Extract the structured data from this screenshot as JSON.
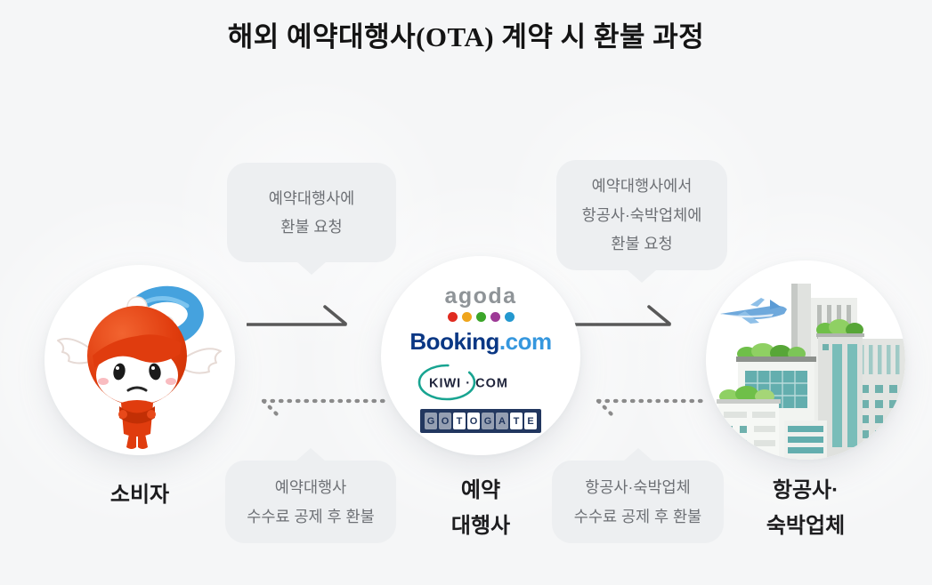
{
  "title": "해외 예약대행사(OTA) 계약 시 환불 과정",
  "bubbles": {
    "request_to_agency": {
      "lines": [
        "예약대행사에",
        "환불 요청"
      ]
    },
    "request_to_suppliers": {
      "lines": [
        "예약대행사에서",
        "항공사·숙박업체에",
        "환불 요청"
      ]
    },
    "refund_from_agency": {
      "lines": [
        "예약대행사",
        "수수료 공제 후 환불"
      ]
    },
    "refund_from_suppliers": {
      "lines": [
        "항공사·숙박업체",
        "수수료 공제 후 환불"
      ]
    }
  },
  "nodes": {
    "consumer": {
      "label": "소비자"
    },
    "agency": {
      "label_lines": [
        "예약",
        "대행사"
      ]
    },
    "suppliers": {
      "label_lines": [
        "항공사·",
        "숙박업체"
      ]
    }
  },
  "logos": {
    "agoda": {
      "name": "agoda",
      "dot_colors": [
        "#e02b20",
        "#efa51c",
        "#3ba529",
        "#9d3a96",
        "#2498cf"
      ]
    },
    "booking": {
      "prefix": "Booking",
      "suffix": ".com",
      "prefix_color": "#0a3784",
      "suffix_color": "#3597de"
    },
    "kiwi": {
      "text": "KIWI · COM",
      "arc_color": "#18a491",
      "text_color": "#20253c"
    },
    "gotogate": {
      "letters": [
        "G",
        "O",
        "T",
        "O",
        "G",
        "A",
        "T",
        "E"
      ],
      "bar_color": "#22375f"
    }
  },
  "colors": {
    "background": "#f5f6f7",
    "bubble_bg": "#edeff1",
    "bubble_text": "#6d7075",
    "label_text": "#1d1d1f",
    "arrow_solid": "#595959",
    "arrow_dotted": "#8b8b8b",
    "mascot_red": "#e03c0e",
    "mascot_ring_blue": "#45a2de",
    "building_teal": "#6fb1ad",
    "building_green": "#6fbf49"
  }
}
